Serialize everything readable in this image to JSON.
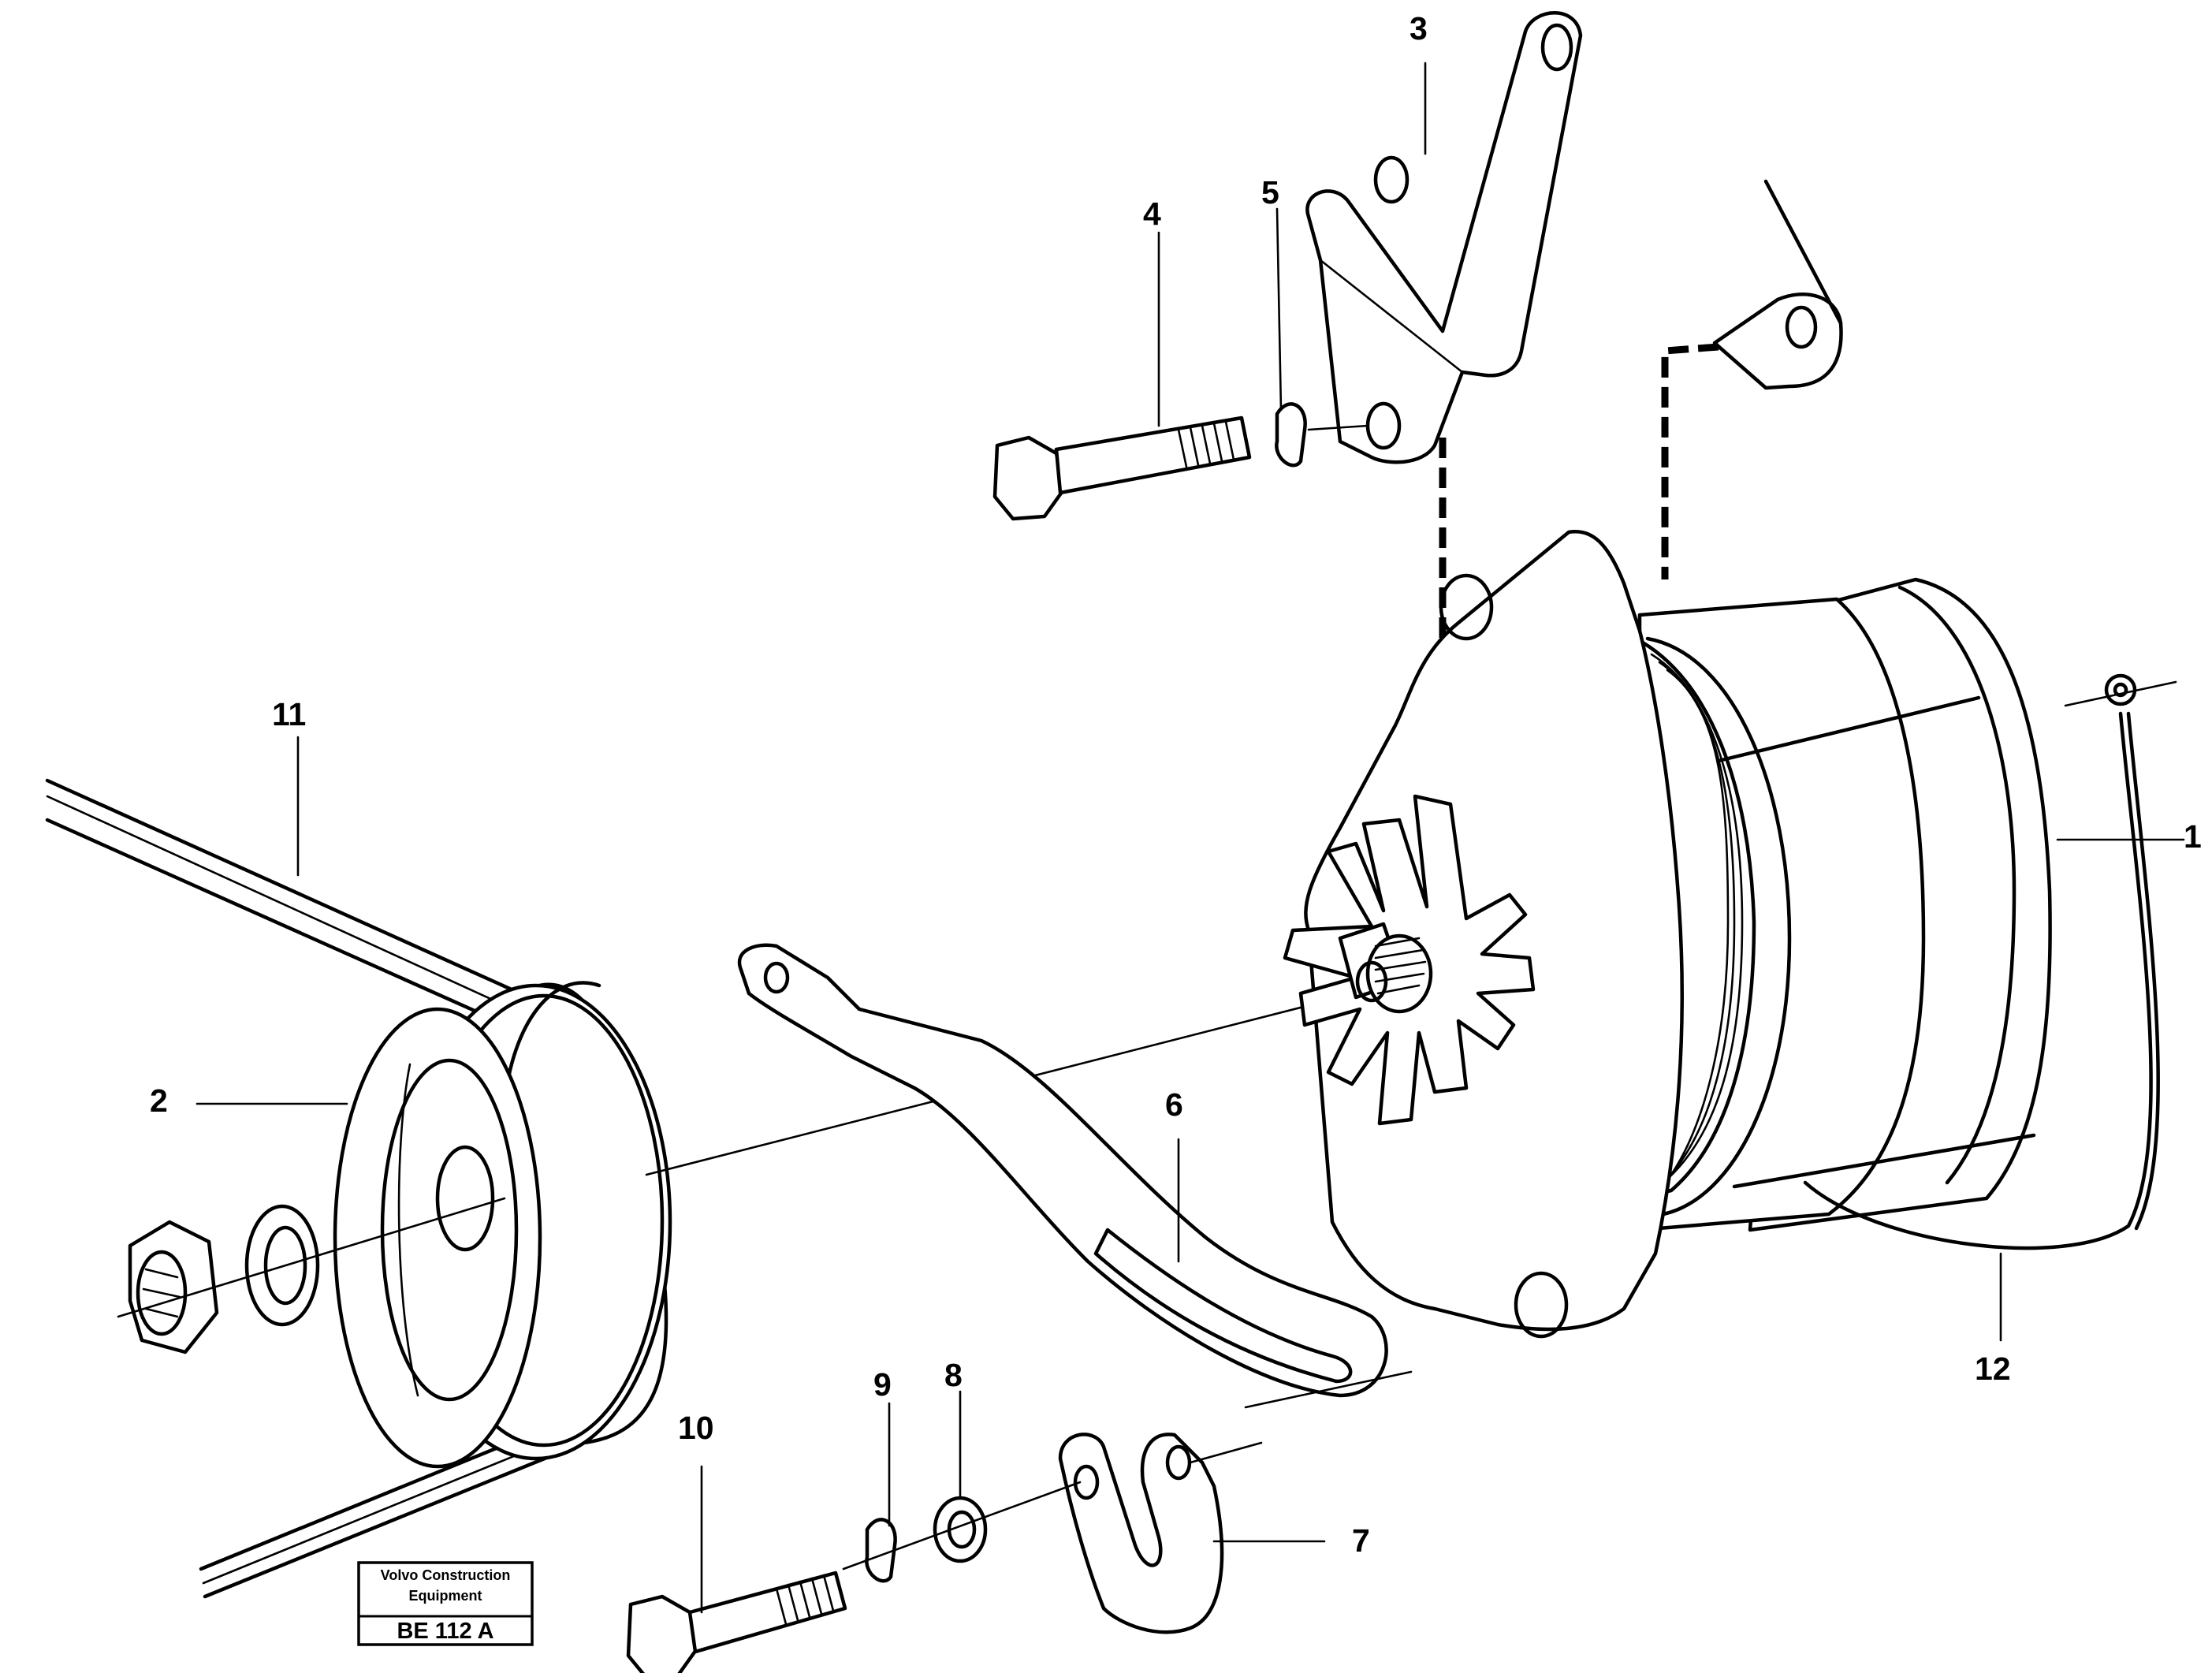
{
  "callouts": [
    {
      "id": "1",
      "text": "1"
    },
    {
      "id": "2",
      "text": "2"
    },
    {
      "id": "3",
      "text": "3"
    },
    {
      "id": "4",
      "text": "4"
    },
    {
      "id": "5",
      "text": "5"
    },
    {
      "id": "6",
      "text": "6"
    },
    {
      "id": "7",
      "text": "7"
    },
    {
      "id": "8",
      "text": "8"
    },
    {
      "id": "9",
      "text": "9"
    },
    {
      "id": "10",
      "text": "10"
    },
    {
      "id": "11",
      "text": "11"
    },
    {
      "id": "12",
      "text": "12"
    }
  ],
  "stamp": {
    "line1": "Volvo Construction",
    "line2": "Equipment",
    "code": "BE 112 A"
  }
}
